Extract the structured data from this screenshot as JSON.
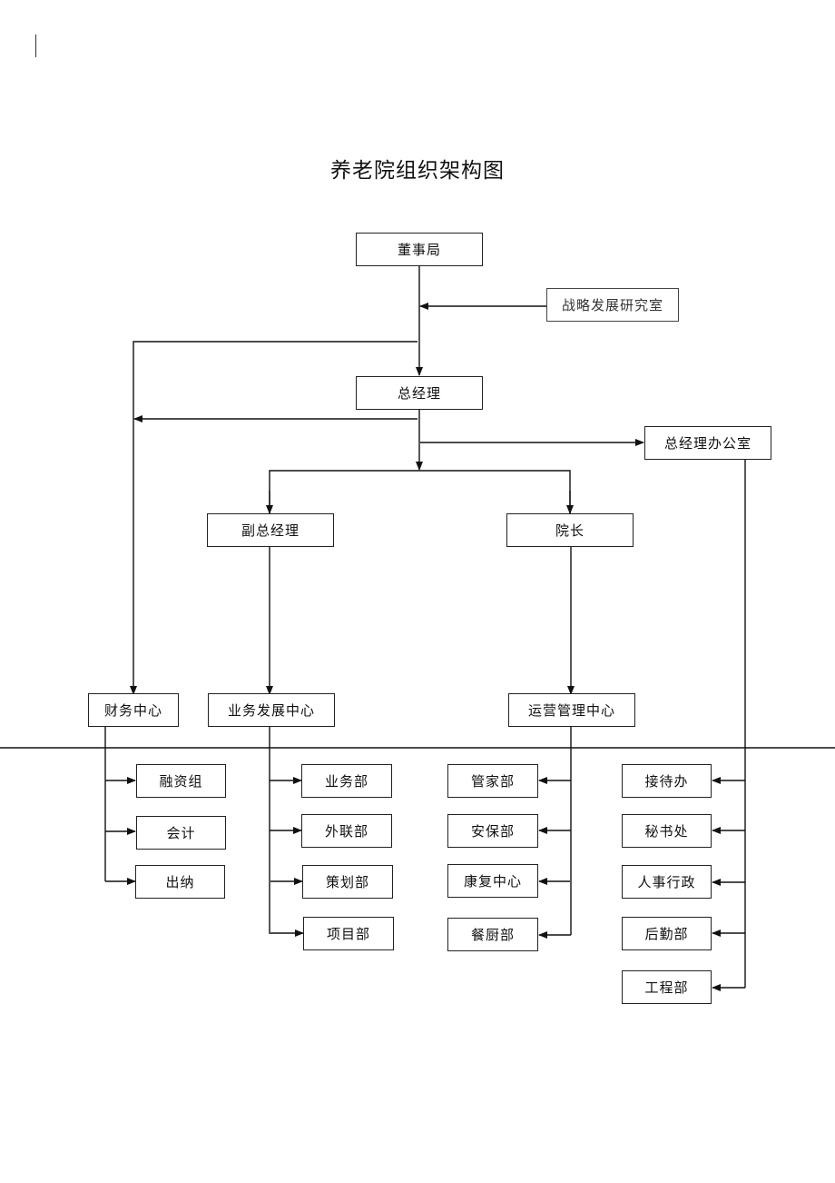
{
  "title": "养老院组织架构图",
  "nodes": {
    "board": "董事局",
    "strategy": "战略发展研究室",
    "gm": "总经理",
    "gm_office": "总经理办公室",
    "deputy_gm": "副总经理",
    "dean": "院长",
    "finance_center": "财务中心",
    "business_center": "业务发展中心",
    "operations_center": "运营管理中心"
  },
  "finance_children": [
    "融资组",
    "会计",
    "出纳"
  ],
  "business_children": [
    "业务部",
    "外联部",
    "策划部",
    "项目部"
  ],
  "operations_children": [
    "管家部",
    "安保部",
    "康复中心",
    "餐厨部"
  ],
  "office_children": [
    "接待办",
    "秘书处",
    "人事行政",
    "后勤部",
    "工程部"
  ]
}
